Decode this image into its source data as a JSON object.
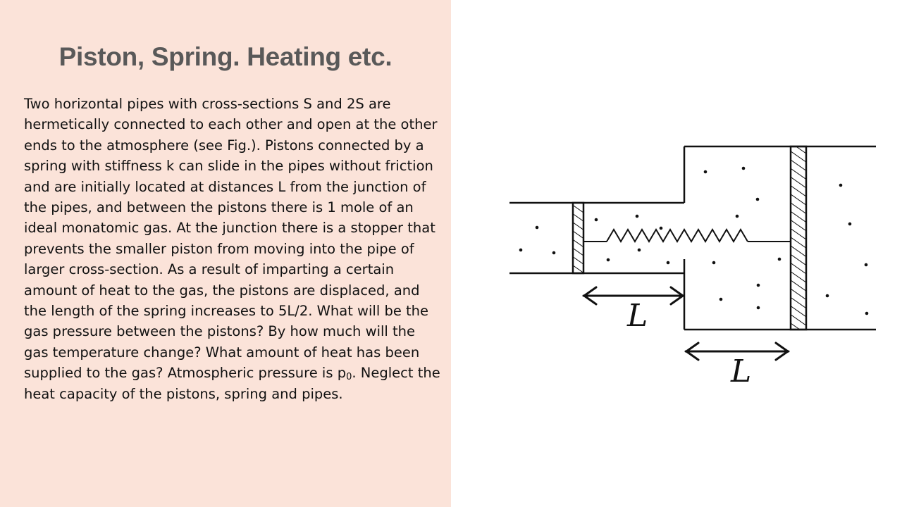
{
  "slide": {
    "title": "Piston, Spring. Heating etc.",
    "text": {
      "before_subscript": "Two horizontal pipes with cross-sections S and 2S are hermetically connected to each other and open at the other ends to the atmosphere (see Fig.). Pistons connected by a spring with stiffness k can slide in the pipes without friction and are initially located at distances L from the junction of the pipes, and between the pistons there is 1 mole of an ideal monatomic gas. At the junction there is a stopper that prevents the smaller piston from moving into the pipe of larger cross-section. As a result of imparting a certain amount of heat to the gas, the pistons are displaced, and the length of the spring increases to 5L/2. What will be the gas pressure between the pistons? By how much will the gas temperature change? What amount of heat has been supplied to the gas? Atmospheric pressure is p",
      "subscript": "0",
      "after_subscript": ". Neglect the heat capacity of the pistons, spring and pipes."
    }
  },
  "figure": {
    "label_left": "L",
    "label_right": "L"
  },
  "colors": {
    "panel_background": "#fbe3d9",
    "title": "#595959",
    "text": "#111111",
    "line": "#111111"
  }
}
